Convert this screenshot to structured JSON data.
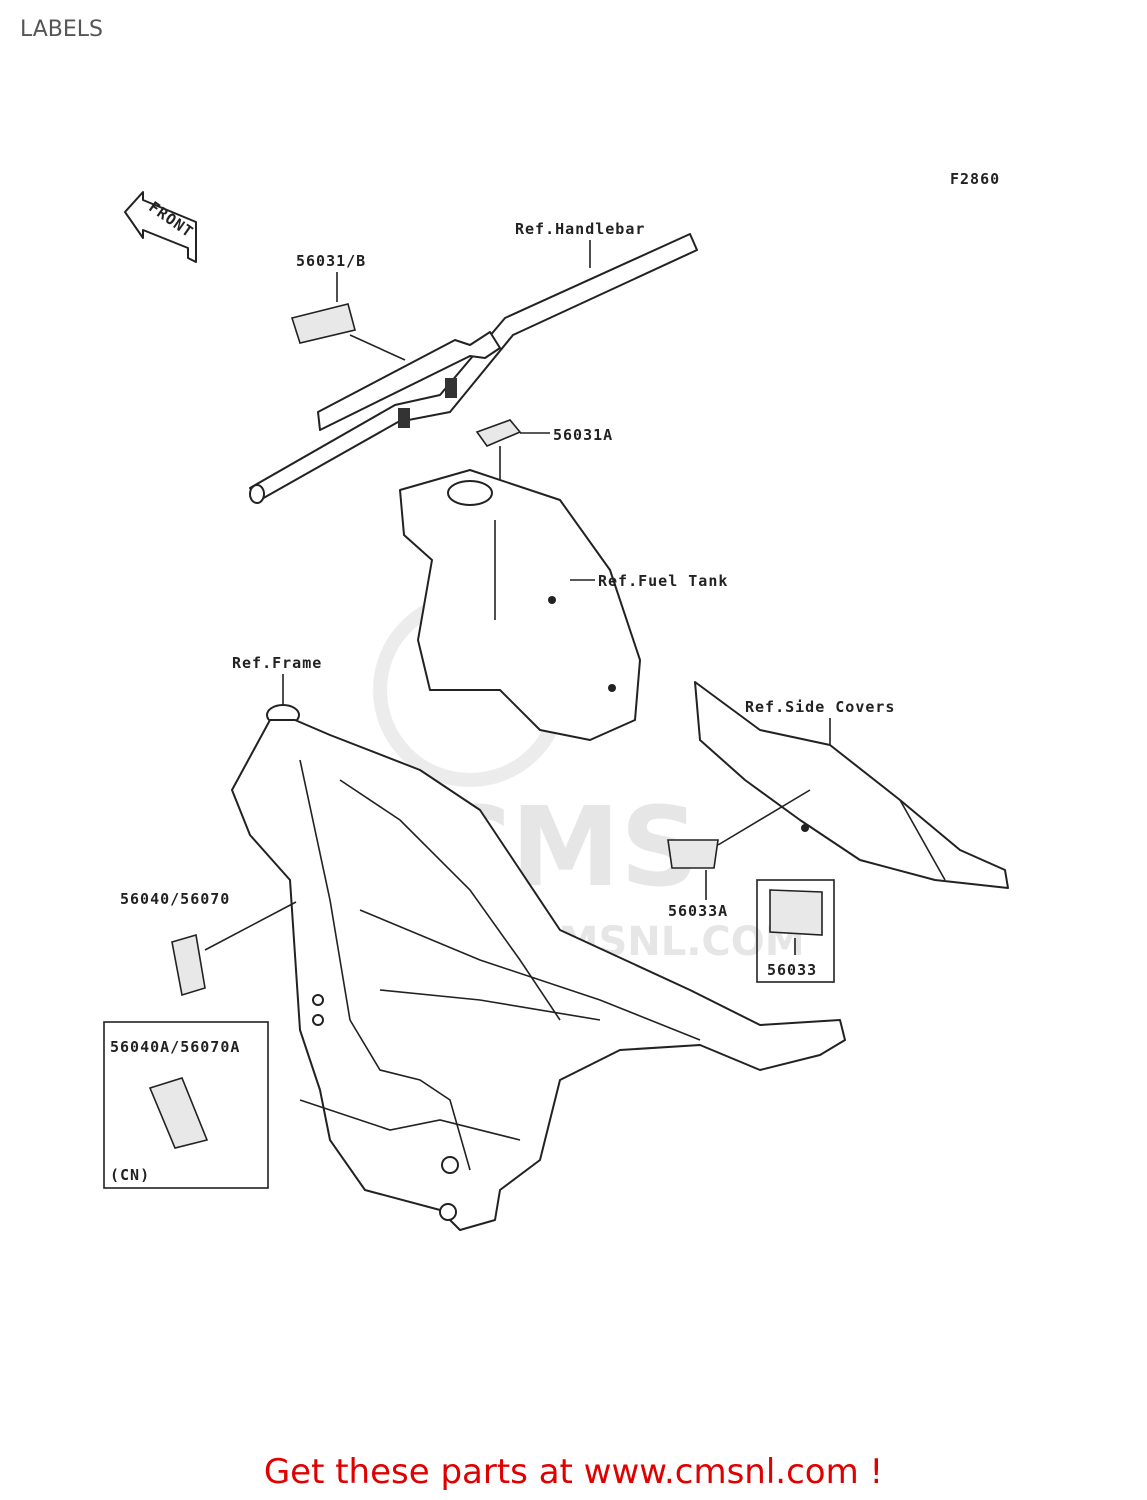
{
  "page_title": "LABELS",
  "figure_code": "F2860",
  "front_marker": "FRONT",
  "watermark": {
    "logo_text": "CMS",
    "site": "WWW.CMSNL.COM"
  },
  "callouts": {
    "handlebar_ref": "Ref.Handlebar",
    "part_56031b": "56031/B",
    "part_56031a": "56031A",
    "fuel_tank_ref": "Ref.Fuel Tank",
    "frame_ref": "Ref.Frame",
    "side_covers_ref": "Ref.Side Covers",
    "part_56033a": "56033A",
    "part_56033": "56033",
    "part_56040_56070": "56040/56070",
    "part_56040a_56070a": "56040A/56070A",
    "variant_cn": "(CN)"
  },
  "cta_text": "Get these parts at www.cmsnl.com !"
}
